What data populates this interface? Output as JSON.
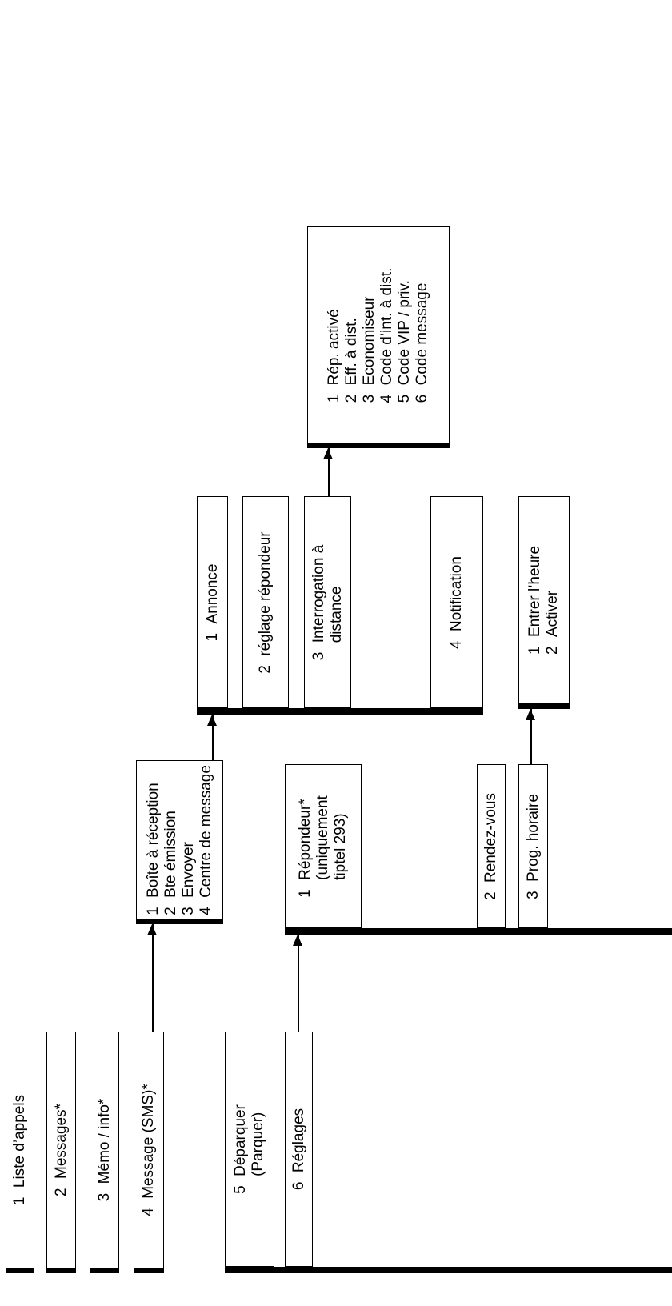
{
  "root_menu": [
    {
      "num": "1",
      "label": "Liste d’appels"
    },
    {
      "num": "2",
      "label": "Messages*"
    },
    {
      "num": "3",
      "label": "Mémo / info*"
    },
    {
      "num": "4",
      "label": "Message (SMS)*"
    },
    {
      "num": "5",
      "label": "Déparquer",
      "label2": "(Parquer)"
    },
    {
      "num": "6",
      "label": "Réglages"
    }
  ],
  "sms_menu": [
    {
      "num": "1",
      "label": "Boîte à réception"
    },
    {
      "num": "2",
      "label": "Bte émission"
    },
    {
      "num": "3",
      "label": "Envoyer"
    },
    {
      "num": "4",
      "label": "Centre de message"
    }
  ],
  "settings_menu": [
    {
      "num": "1",
      "label": "Répondeur*",
      "label2": "(uniquement",
      "label3": "tiptel 293)"
    },
    {
      "num": "2",
      "label": "Rendez-vous"
    },
    {
      "num": "3",
      "label": "Prog. horaire"
    }
  ],
  "answering_menu": [
    {
      "num": "1",
      "label": "Annonce"
    },
    {
      "num": "2",
      "label": "réglage répondeur"
    },
    {
      "num": "3",
      "label": "Interrogation à",
      "label2": "distance"
    },
    {
      "num": "4",
      "label": "Notification"
    }
  ],
  "remote_menu": [
    {
      "num": "1",
      "label": "Rép. activé"
    },
    {
      "num": "2",
      "label": "Eff. à dist."
    },
    {
      "num": "3",
      "label": "Economiseur"
    },
    {
      "num": "4",
      "label": "Code d’int. à dist."
    },
    {
      "num": "5",
      "label": "Code VIP / priv."
    },
    {
      "num": "6",
      "label": "Code message"
    }
  ],
  "timer_menu": [
    {
      "num": "1",
      "label": "Entrer l’heure"
    },
    {
      "num": "2",
      "label": "Activer"
    }
  ]
}
